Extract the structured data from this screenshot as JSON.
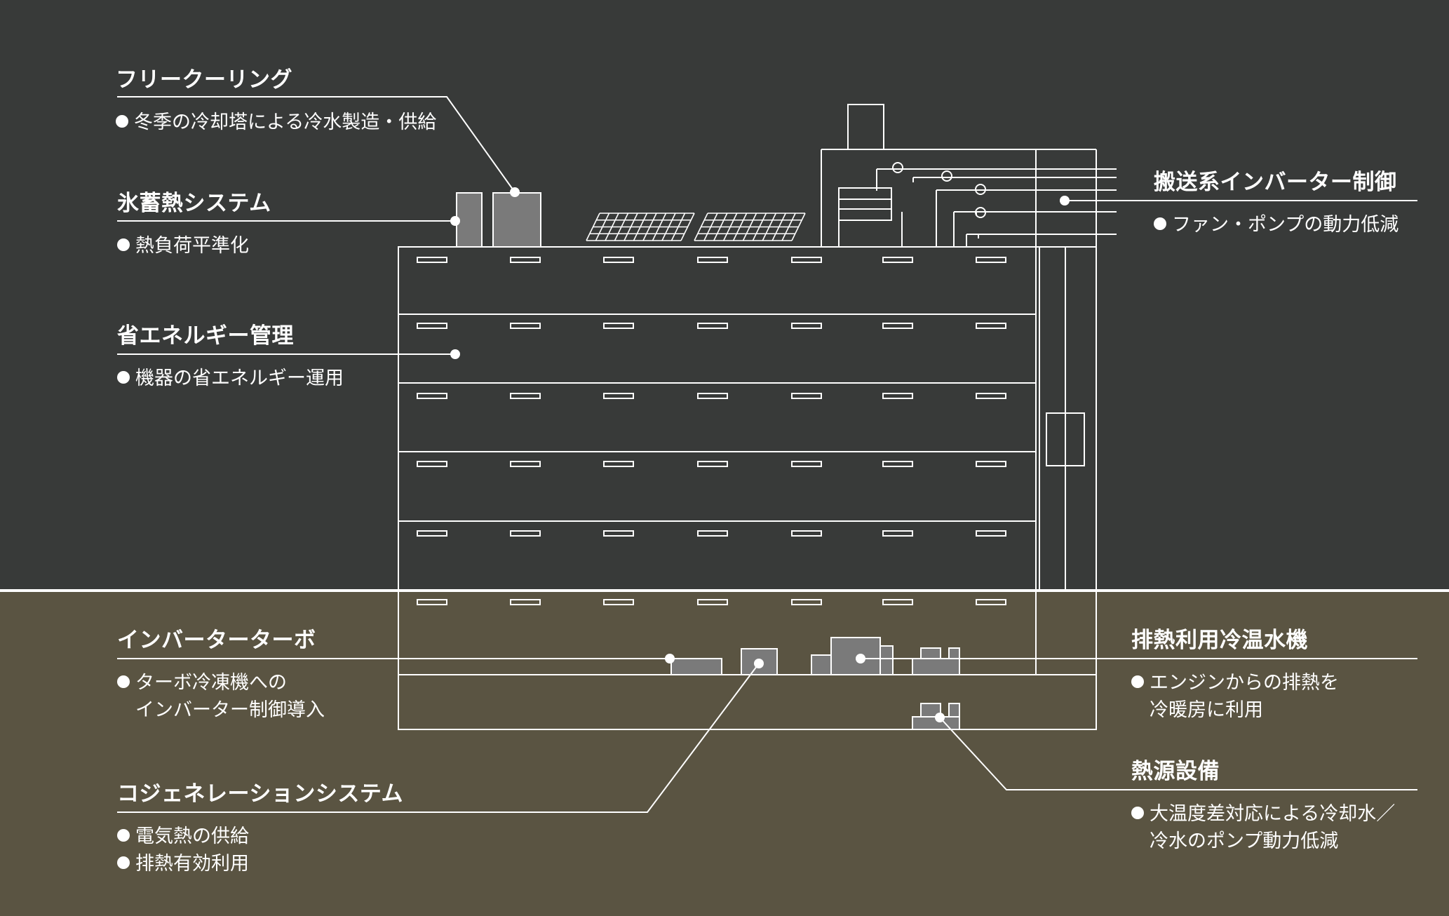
{
  "colors": {
    "upper_background": "#383a39",
    "lower_background": "#5a5442",
    "line": "#ffffff",
    "equipment_fill": "#7a7a7a"
  },
  "left_labels": {
    "free_cooling": {
      "title": "フリークーリング",
      "items": [
        "冬季の冷却塔による冷水製造・供給"
      ]
    },
    "ice_storage": {
      "title": "氷蓄熱システム",
      "items": [
        "熱負荷平準化"
      ]
    },
    "energy_management": {
      "title": "省エネルギー管理",
      "items": [
        "機器の省エネルギー運用"
      ]
    },
    "inverter_turbo": {
      "title": "インバーターターボ",
      "items": [
        "ターボ冷凍機への",
        "インバーター制御導入"
      ]
    },
    "cogeneration": {
      "title": "コジェネレーションシステム",
      "items": [
        "電気熱の供給",
        "排熱有効利用"
      ]
    }
  },
  "right_labels": {
    "transport_inverter": {
      "title": "搬送系インバーター制御",
      "items": [
        "ファン・ポンプの動力低減"
      ]
    },
    "exhaust_heat_chiller": {
      "title": "排熱利用冷温水機",
      "items": [
        "エンジンからの排熱を",
        "冷暖房に利用"
      ]
    },
    "heat_source": {
      "title": "熱源設備",
      "items": [
        "大温度差対応による冷却水／",
        "冷水のポンプ動力低減"
      ]
    }
  }
}
